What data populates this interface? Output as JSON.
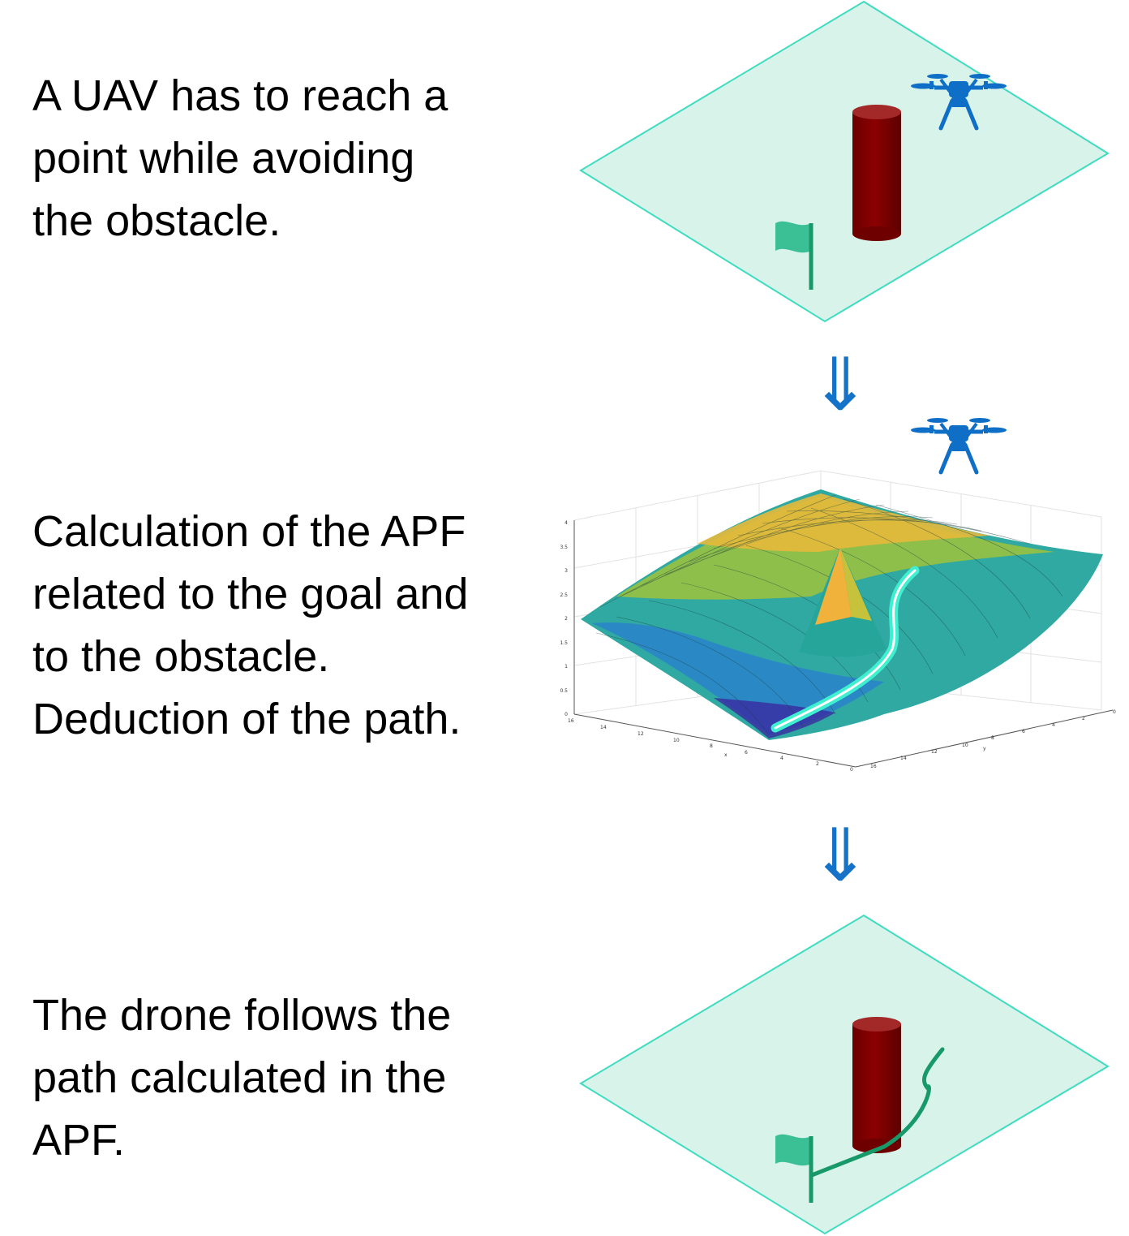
{
  "steps": [
    {
      "lines": [
        "A UAV has to reach a",
        "point while avoiding",
        "the obstacle."
      ]
    },
    {
      "lines": [
        "Calculation of the APF",
        "related to the goal and",
        "to the obstacle.",
        "Deduction of the path."
      ]
    },
    {
      "lines": [
        "The drone follows the",
        "path calculated in the",
        "APF."
      ]
    }
  ],
  "arrows": [
    "⇓",
    "⇓"
  ],
  "surface_plot": {
    "z_ticks": [
      "4",
      "3.5",
      "3",
      "2.5",
      "2",
      "1.5",
      "1",
      "0.5",
      "0"
    ],
    "x_ticks": [
      "16",
      "14",
      "12",
      "10",
      "8",
      "6",
      "4",
      "2",
      "0"
    ],
    "y_ticks": [
      "16",
      "14",
      "12",
      "10",
      "8",
      "6",
      "4",
      "2",
      "0"
    ],
    "x_label": "x",
    "y_label": "y"
  },
  "colors": {
    "plane_fill": "#d8f3ea",
    "plane_stroke": "#3fdcbf",
    "obstacle": "#800000",
    "drone": "#0f6fc6",
    "flag": "#3bbf95",
    "path_bottom": "#17996a",
    "arrow": "#1473c8"
  },
  "icons": [
    "drone-icon",
    "flag-icon",
    "obstacle-cylinder"
  ]
}
